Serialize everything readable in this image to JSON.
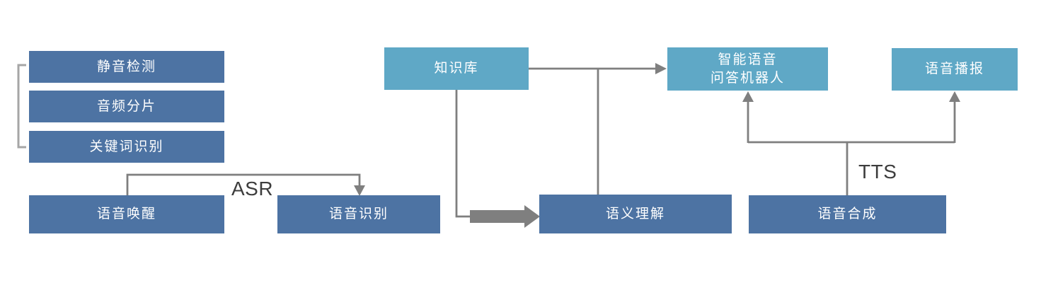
{
  "diagram": {
    "title_hint": "voice-ai-pipeline-flowchart",
    "colors": {
      "dark_blue": "#4d73a3",
      "light_blue": "#5fa8c6",
      "connector_gray": "#7f7f7f",
      "bracket_gray": "#a6a6a6",
      "label_text": "#3d3d3d",
      "background": "#ffffff",
      "node_text": "#ffffff"
    },
    "nodes": {
      "silence_detection": "静音检测",
      "audio_segmentation": "音频分片",
      "keyword_recognition": "关键词识别",
      "voice_wakeup": "语音唤醒",
      "speech_recognition": "语音识别",
      "knowledge_base": "知识库",
      "qa_robot": "智能语音\n问答机器人",
      "voice_broadcast": "语音播报",
      "semantic_understanding": "语义理解",
      "speech_synthesis": "语音合成"
    },
    "edge_labels": {
      "asr": "ASR",
      "tts": "TTS"
    }
  }
}
